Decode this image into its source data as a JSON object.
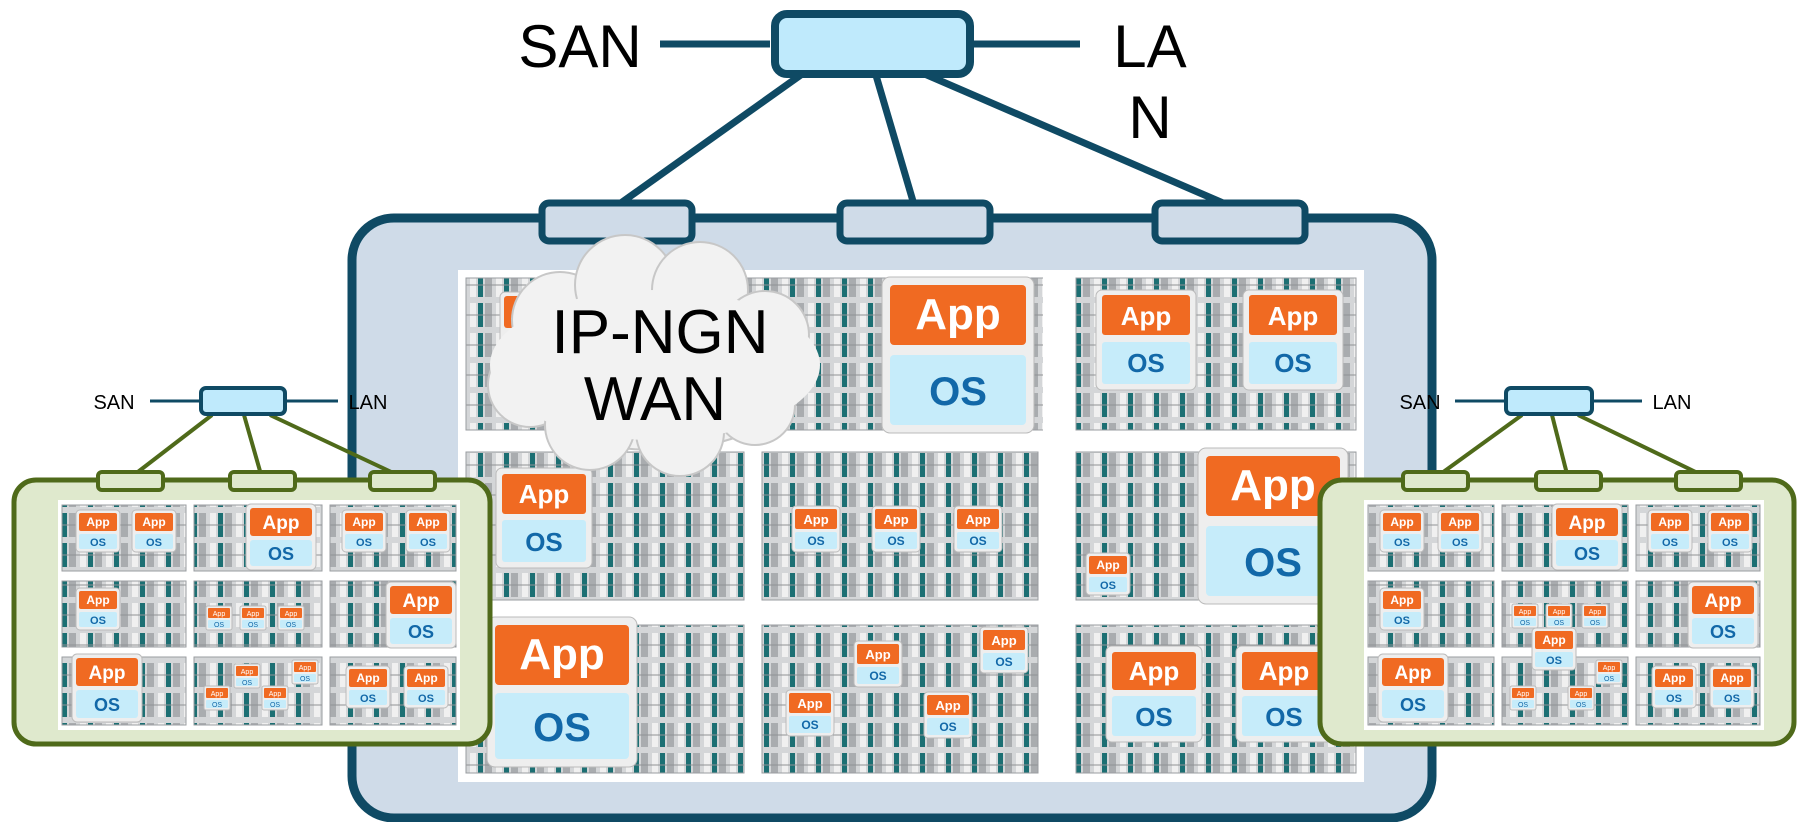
{
  "main": {
    "san_label": "SAN",
    "lan_label_line1": "LA",
    "lan_label_line2": "N",
    "cloud_line1": "IP-NGN",
    "cloud_line2": "WAN"
  },
  "left_pod": {
    "san_label": "SAN",
    "lan_label": "LAN"
  },
  "right_pod": {
    "san_label": "SAN",
    "lan_label": "LAN"
  },
  "workload": {
    "app": "App",
    "os": "OS"
  },
  "colors": {
    "main_border": "#0f4a64",
    "main_fill": "#cfdbe8",
    "switch_fill": "#bfeafc",
    "pod_border": "#4f6a1a",
    "pod_fill": "#dfe9cd",
    "app_orange": "#f06a22",
    "os_blue": "#c6ecfa",
    "os_text": "#1268a8",
    "chassis_teal": "#1c6f73"
  }
}
